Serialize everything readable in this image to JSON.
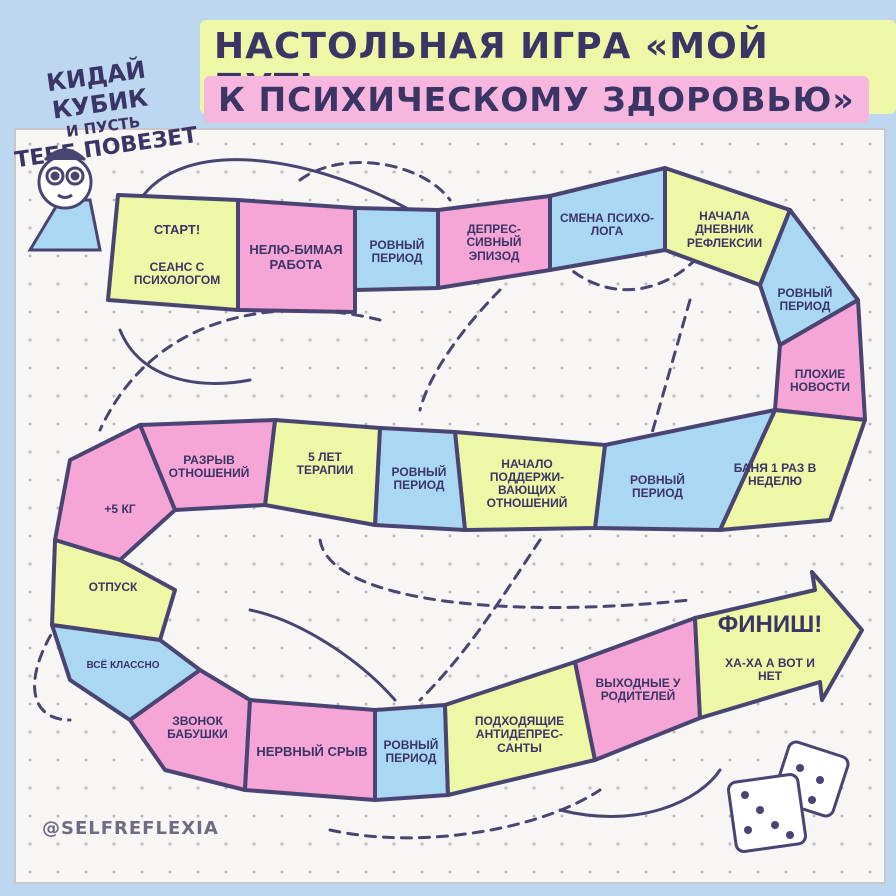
{
  "title": {
    "line1": "НАСТОЛЬНАЯ ИГРА «МОЙ ПУТЬ",
    "line2": "К ПСИХИЧЕСКОМУ ЗДОРОВЬЮ»"
  },
  "note": {
    "line1": "КИДАЙ КУБИК",
    "line2": "И ПУСТЬ",
    "line3": "ТЕБЕ ПОВЕЗЕТ"
  },
  "cells": {
    "start_title": "СТАРТ!",
    "start_sub": "СЕАНС С ПСИХОЛОГОМ",
    "c1": "НЕЛЮ-БИМАЯ РАБОТА",
    "c2": "РОВНЫЙ ПЕРИОД",
    "c3": "ДЕПРЕС-СИВНЫЙ ЭПИЗОД",
    "c4": "СМЕНА ПСИХО-ЛОГА",
    "c5": "НАЧАЛА ДНЕВНИК РЕФЛЕКСИИ",
    "c6": "РОВНЫЙ ПЕРИОД",
    "c7": "ПЛОХИЕ НОВОСТИ",
    "c8": "БАНЯ 1 РАЗ В НЕДЕЛЮ",
    "c9": "РОВНЫЙ ПЕРИОД",
    "c10": "НАЧАЛО ПОДДЕРЖИ-ВАЮЩИХ ОТНОШЕНИЙ",
    "c11": "РОВНЫЙ ПЕРИОД",
    "c12": "5 ЛЕТ ТЕРАПИИ",
    "c13": "РАЗРЫВ ОТНОШЕНИЙ",
    "c14": "+5 КГ",
    "c15": "ОТПУСК",
    "c16": "ВСЁ КЛАССНО",
    "c17": "ЗВОНОК БАБУШКИ",
    "c18": "НЕРВНЫЙ СРЫВ",
    "c19": "РОВНЫЙ ПЕРИОД",
    "c20": "ПОДХОДЯЩИЕ АНТИДЕПРЕС-САНТЫ",
    "c21": "ВЫХОДНЫЕ У РОДИТЕЛЕЙ",
    "finish_title": "ФИНИШ!",
    "finish_sub": "ХА-ХА А ВОТ И НЕТ"
  },
  "handle": "@SELFREFLEXIA",
  "colors": {
    "pink": "#f5a6d6",
    "blue": "#aad8f2",
    "yellow": "#eef7a6",
    "outline": "#4a4473",
    "background": "#bcd7ef"
  }
}
